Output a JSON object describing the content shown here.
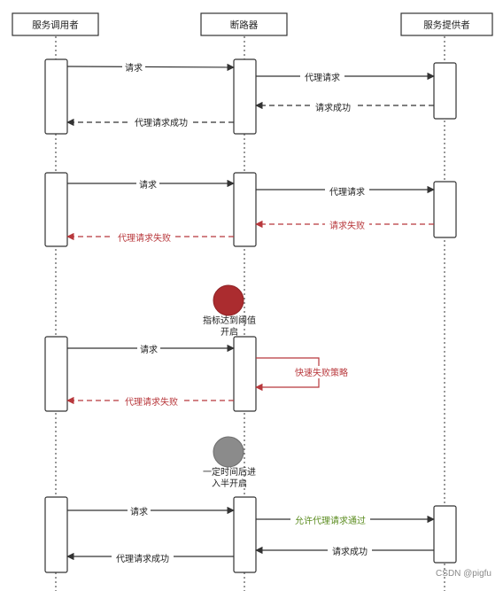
{
  "participants": {
    "caller": "服务调用者",
    "breaker": "断路器",
    "provider": "服务提供者"
  },
  "messages": {
    "m1": "请求",
    "m2": "代理请求",
    "m3": "请求成功",
    "m4": "代理请求成功",
    "m5": "请求",
    "m6": "代理请求",
    "m7": "请求失败",
    "m8": "代理请求失败",
    "m9": "请求",
    "m10": "快速失败策略",
    "m11": "代理请求失败",
    "m12": "请求",
    "m13": "允许代理请求通过",
    "m14": "请求成功",
    "m15": "代理请求成功"
  },
  "states": {
    "open_line1": "指标达到阈值",
    "open_line2": "开启",
    "half_line1": "一定时间后进",
    "half_line2": "入半开启"
  },
  "watermark": "CSDN @pigfu",
  "colors": {
    "failure": "#b8383c",
    "success_green": "#5b8c1f",
    "open_state": "#ab2c2f",
    "half_open_state": "#8b8b8b",
    "line": "#333333"
  }
}
